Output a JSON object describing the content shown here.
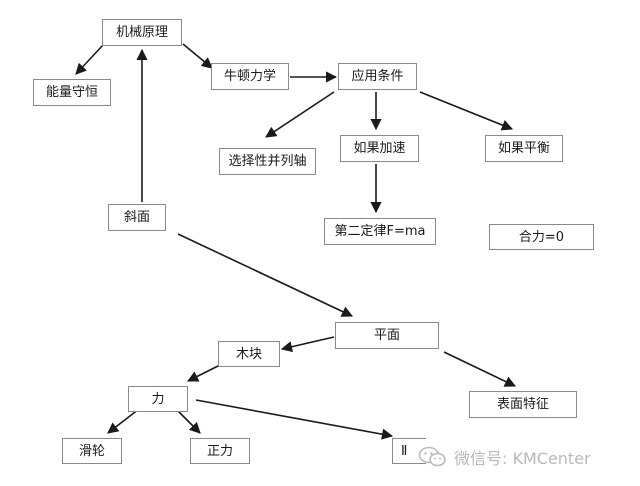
{
  "nodes": {
    "jixie_yuanli": "机械原理",
    "nengliang_shouheng": "能量守恒",
    "niudun_lixue": "牛顿力学",
    "yingyong_tiaojian": "应用条件",
    "xuanze_xing_bing_lie_zhou": "选择性并列轴",
    "ruguo_jiasu": "如果加速",
    "ruguo_pingheng": "如果平衡",
    "xiemian": "斜面",
    "dier_dinglu": "第二定律F=ma",
    "heli_zero": "合力=0",
    "pingmian": "平面",
    "mukuai": "木块",
    "biaomian_tezheng": "表面特征",
    "li": "力",
    "hualun": "滑轮",
    "zhengli": "正力",
    "partial_node": "Ⅱ"
  },
  "watermark": {
    "text": "微信号: KMCenter",
    "icon": "wechat-icon"
  },
  "colors": {
    "line": "#1a1a1a",
    "box_border": "#8a8a8a",
    "watermark": "#b9b9b9"
  }
}
